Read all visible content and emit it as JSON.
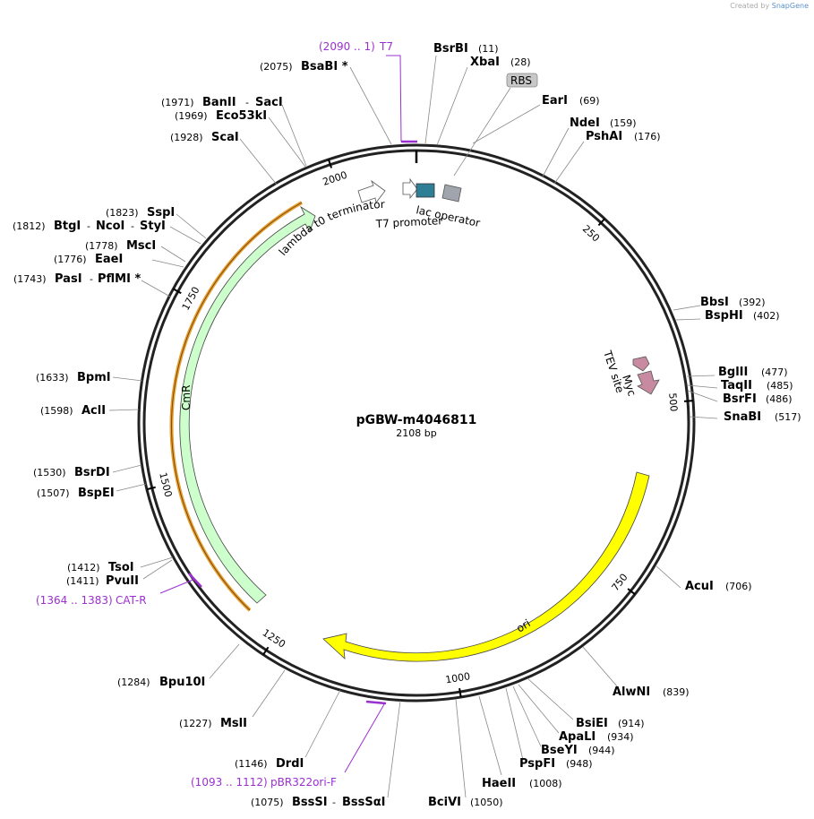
{
  "app": {
    "credit_prefix": "Created by",
    "credit_brand": "SnapGene"
  },
  "plasmid": {
    "name": "pGBW-m4046811",
    "length": "2108 bp",
    "length_bp": 2108
  },
  "colors": {
    "backbone": "#222222",
    "primer": "#9b30d0",
    "ori": "#ffff00",
    "cmr": "#ccffcc",
    "cmr_border": "#e8a030",
    "lac": "#a0a4ac",
    "t7box": "#2e7f96",
    "tev": "#c88aa0",
    "ticks": "#000000"
  },
  "ticks": [
    {
      "label": "250",
      "bp": 250
    },
    {
      "label": "500",
      "bp": 500
    },
    {
      "label": "750",
      "bp": 750
    },
    {
      "label": "1000",
      "bp": 1000
    },
    {
      "label": "1250",
      "bp": 1250
    },
    {
      "label": "1500",
      "bp": 1500
    },
    {
      "label": "1750",
      "bp": 1750
    },
    {
      "label": "2000",
      "bp": 2000
    }
  ],
  "sites": [
    {
      "name": "BsrBI",
      "pos": "(11)",
      "bp": 11
    },
    {
      "name": "XbaI",
      "pos": "(28)",
      "bp": 28
    },
    {
      "name": "EarI",
      "pos": "(69)",
      "bp": 69
    },
    {
      "name": "NdeI",
      "pos": "(159)",
      "bp": 159
    },
    {
      "name": "PshAI",
      "pos": "(176)",
      "bp": 176
    },
    {
      "name": "BbsI",
      "pos": "(392)",
      "bp": 392
    },
    {
      "name": "BspHI",
      "pos": "(402)",
      "bp": 402
    },
    {
      "name": "BglII",
      "pos": "(477)",
      "bp": 477
    },
    {
      "name": "TaqII",
      "pos": "(485)",
      "bp": 485
    },
    {
      "name": "BsrFI",
      "pos": "(486)",
      "bp": 486
    },
    {
      "name": "SnaBI",
      "pos": "(517)",
      "bp": 517
    },
    {
      "name": "AcuI",
      "pos": "(706)",
      "bp": 706
    },
    {
      "name": "AlwNI",
      "pos": "(839)",
      "bp": 839
    },
    {
      "name": "BsiEI",
      "pos": "(914)",
      "bp": 914
    },
    {
      "name": "ApaLI",
      "pos": "(934)",
      "bp": 934
    },
    {
      "name": "BseYI",
      "pos": "(944)",
      "bp": 944
    },
    {
      "name": "PspFI",
      "pos": "(948)",
      "bp": 948
    },
    {
      "name": "HaeII",
      "pos": "(1008)",
      "bp": 1008
    },
    {
      "name": "BciVI",
      "pos": "(1050)",
      "bp": 1050
    },
    {
      "name": "BssSI",
      "name2": "BssSαI",
      "pos": "(1075)",
      "bp": 1075
    },
    {
      "name": "DrdI",
      "pos": "(1146)",
      "bp": 1146
    },
    {
      "name": "MslI",
      "pos": "(1227)",
      "bp": 1227
    },
    {
      "name": "Bpu10I",
      "pos": "(1284)",
      "bp": 1284
    },
    {
      "name": "PvuII",
      "pos": "(1411)",
      "bp": 1411
    },
    {
      "name": "TsoI",
      "pos": "(1412)",
      "bp": 1412
    },
    {
      "name": "BspEI",
      "pos": "(1507)",
      "bp": 1507
    },
    {
      "name": "BsrDI",
      "pos": "(1530)",
      "bp": 1530
    },
    {
      "name": "AclI",
      "pos": "(1598)",
      "bp": 1598
    },
    {
      "name": "BpmI",
      "pos": "(1633)",
      "bp": 1633
    },
    {
      "name": "PasI",
      "name2": "PflMI *",
      "pos": "(1743)",
      "bp": 1743
    },
    {
      "name": "EaeI",
      "pos": "(1776)",
      "bp": 1776
    },
    {
      "name": "MscI",
      "pos": "(1778)",
      "bp": 1778
    },
    {
      "name": "BtgI",
      "name2": "NcoI",
      "name3": "StyI",
      "pos": "(1812)",
      "bp": 1812
    },
    {
      "name": "SspI",
      "pos": "(1823)",
      "bp": 1823
    },
    {
      "name": "ScaI",
      "pos": "(1928)",
      "bp": 1928
    },
    {
      "name": "Eco53kI",
      "pos": "(1969)",
      "bp": 1969
    },
    {
      "name": "BanII",
      "name2": "SacI",
      "pos": "(1971)",
      "bp": 1971
    },
    {
      "name": "BsaBI *",
      "pos": "(2075)",
      "bp": 2075
    }
  ],
  "primers": [
    {
      "name": "T7",
      "pos": "(2090 .. 1)"
    },
    {
      "name": "CAT-R",
      "pos": "(1364 .. 1383)"
    },
    {
      "name": "pBR322ori-F",
      "pos": "(1093 .. 1112)"
    }
  ],
  "features": [
    {
      "name": "lambda t0 terminator"
    },
    {
      "name": "T7 promoter"
    },
    {
      "name": "lac operator"
    },
    {
      "name": "RBS"
    },
    {
      "name": "TEV site"
    },
    {
      "name": "Myc"
    },
    {
      "name": "ori"
    },
    {
      "name": "CmR"
    }
  ]
}
